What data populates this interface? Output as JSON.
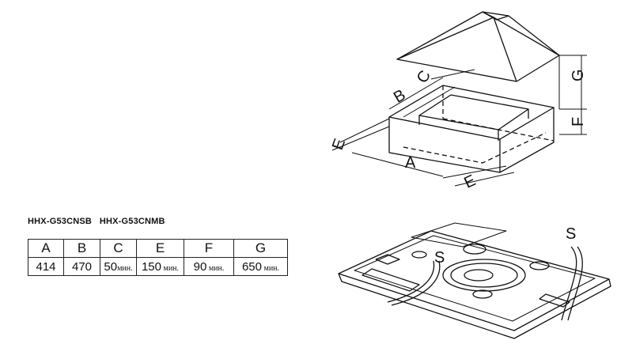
{
  "diagram": {
    "labels": {
      "a": "A",
      "b": "B",
      "c": "C",
      "e1": "E",
      "e2": "E",
      "f": "F",
      "g": "G"
    },
    "hob_labels": {
      "s1": "S",
      "s2": "S"
    }
  },
  "models_heading": "HHX-G53CNSB   HHX-G53CNMB",
  "table": {
    "headers": [
      "A",
      "B",
      "C",
      "E",
      "F",
      "G"
    ],
    "values": [
      {
        "num": "414",
        "unit": ""
      },
      {
        "num": "470",
        "unit": ""
      },
      {
        "num": "50",
        "unit": "мин."
      },
      {
        "num": "150",
        "unit": " мин."
      },
      {
        "num": "90",
        "unit": " мин."
      },
      {
        "num": "650",
        "unit": " мин."
      }
    ]
  }
}
